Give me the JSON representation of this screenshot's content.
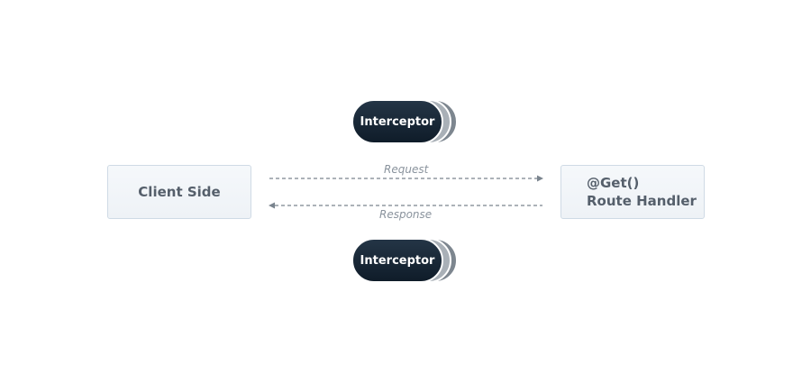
{
  "diagram": {
    "client": {
      "label": "Client Side"
    },
    "handler": {
      "line1": "@Get()",
      "line2": "Route Handler"
    },
    "interceptor_top": {
      "label": "Interceptor"
    },
    "interceptor_bottom": {
      "label": "Interceptor"
    },
    "request": {
      "label": "Request"
    },
    "response": {
      "label": "Response"
    }
  },
  "colors": {
    "pill": "#162533",
    "box_fill": "#f1f5f9",
    "box_border": "#cfdae5",
    "arrow": "#7a848e"
  }
}
